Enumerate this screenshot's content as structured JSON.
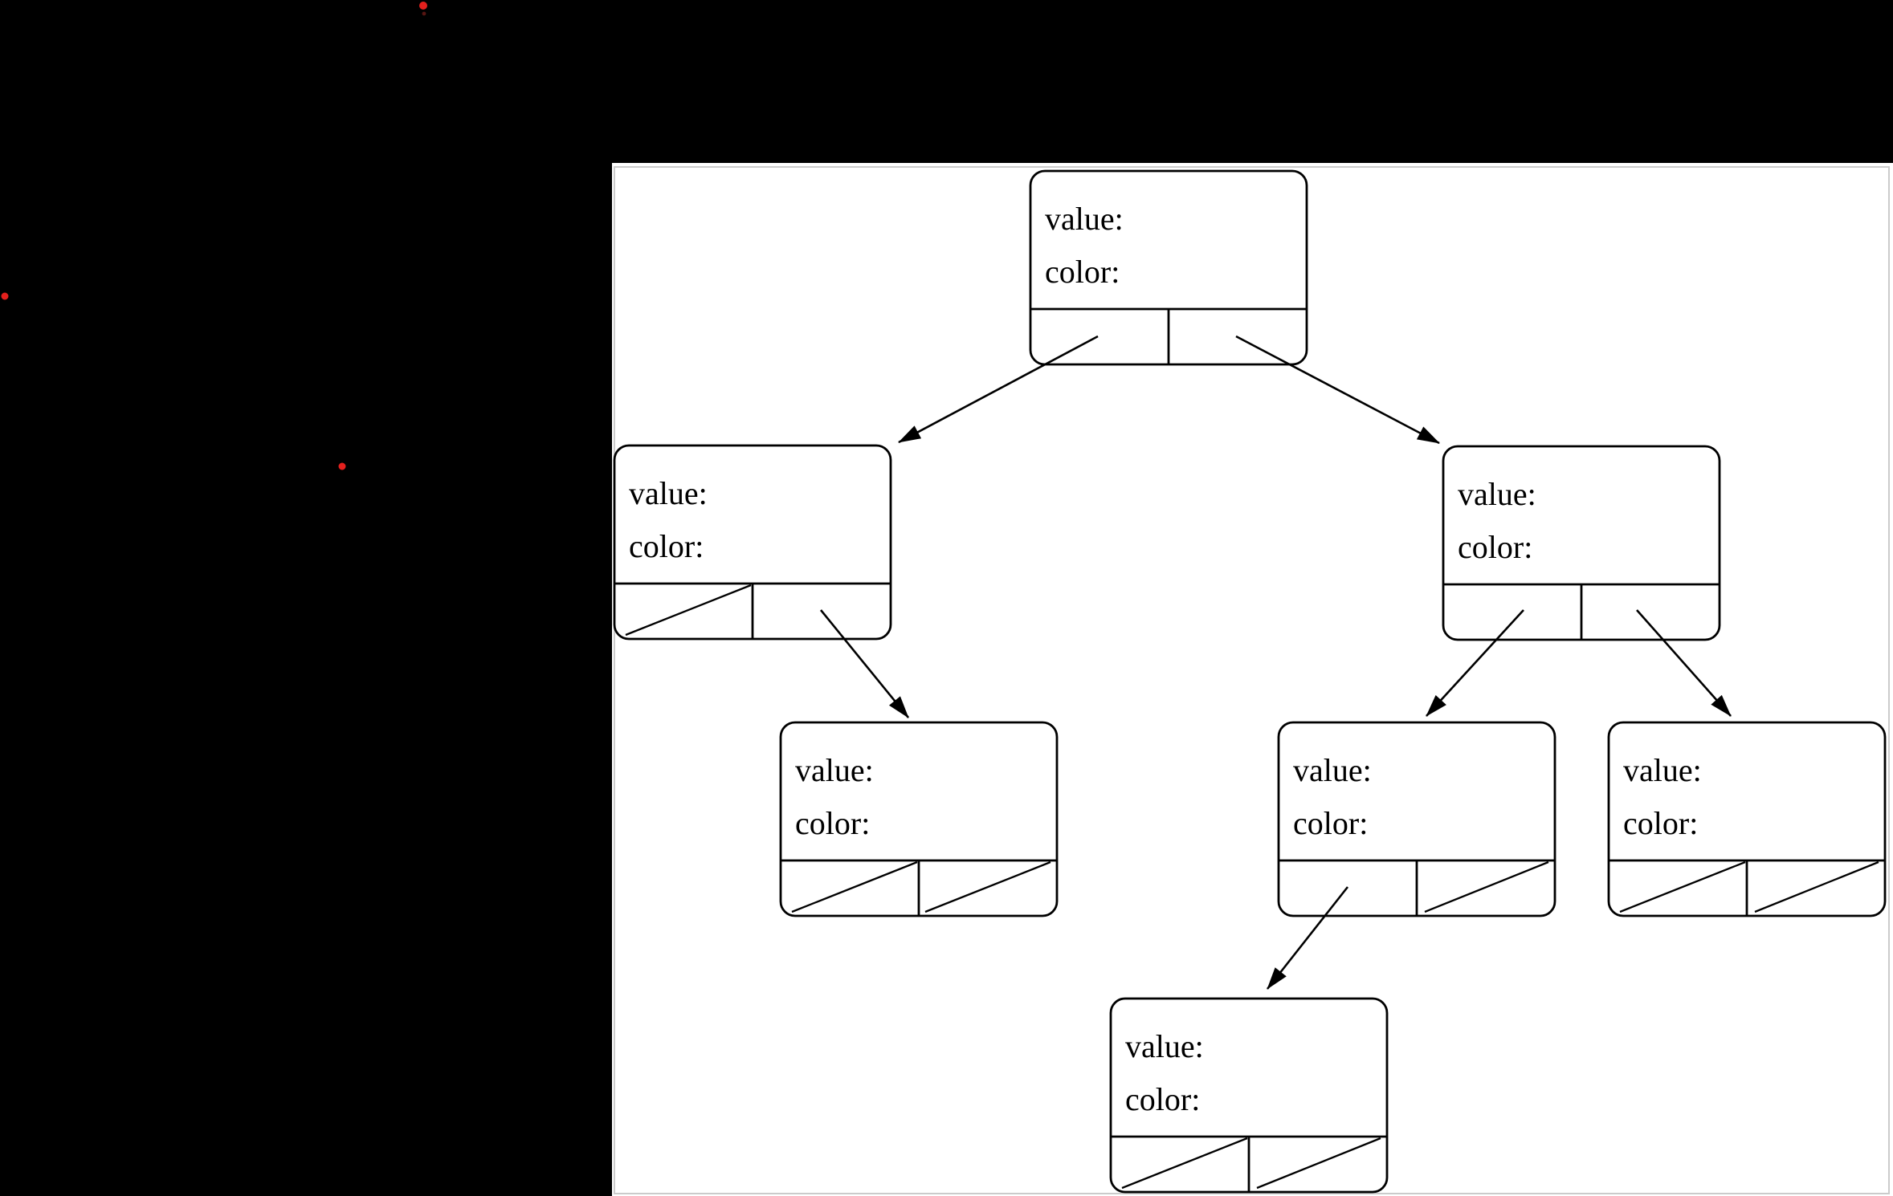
{
  "app": {
    "description": "Binary search tree / red-black tree node diagram shown on a white drawing canvas, partially covered by black regions with small red dot artifacts"
  },
  "canvas": {
    "background": "#000000",
    "panel_background": "#ffffff",
    "panel_border_color": "#cbcbcb"
  },
  "decorations": {
    "dot_color": "#e3201d",
    "small_dot_color": "#571512",
    "red_dot_count": 3
  },
  "node_field_labels": {
    "value": "value:",
    "color": "color:"
  },
  "nodes": [
    {
      "name": "root",
      "value_label": "value:",
      "color_label": "color:",
      "left_pointer": "child",
      "right_pointer": "child"
    },
    {
      "name": "left-child",
      "value_label": "value:",
      "color_label": "color:",
      "left_pointer": "null",
      "right_pointer": "child"
    },
    {
      "name": "right-child",
      "value_label": "value:",
      "color_label": "color:",
      "left_pointer": "child",
      "right_pointer": "child"
    },
    {
      "name": "left-right-grandchild",
      "value_label": "value:",
      "color_label": "color:",
      "left_pointer": "null",
      "right_pointer": "null"
    },
    {
      "name": "right-left-grandchild",
      "value_label": "value:",
      "color_label": "color:",
      "left_pointer": "child",
      "right_pointer": "null"
    },
    {
      "name": "right-right-grandchild",
      "value_label": "value:",
      "color_label": "color:",
      "left_pointer": "null",
      "right_pointer": "null"
    },
    {
      "name": "bottom-node",
      "value_label": "value:",
      "color_label": "color:",
      "left_pointer": "null",
      "right_pointer": "null"
    }
  ],
  "edges": [
    {
      "from": "root",
      "pointer": "left",
      "to": "left-child"
    },
    {
      "from": "root",
      "pointer": "right",
      "to": "right-child"
    },
    {
      "from": "left-child",
      "pointer": "right",
      "to": "left-right-grandchild"
    },
    {
      "from": "right-child",
      "pointer": "left",
      "to": "right-left-grandchild"
    },
    {
      "from": "right-child",
      "pointer": "right",
      "to": "right-right-grandchild"
    },
    {
      "from": "right-left-grandchild",
      "pointer": "left",
      "to": "bottom-node"
    }
  ]
}
